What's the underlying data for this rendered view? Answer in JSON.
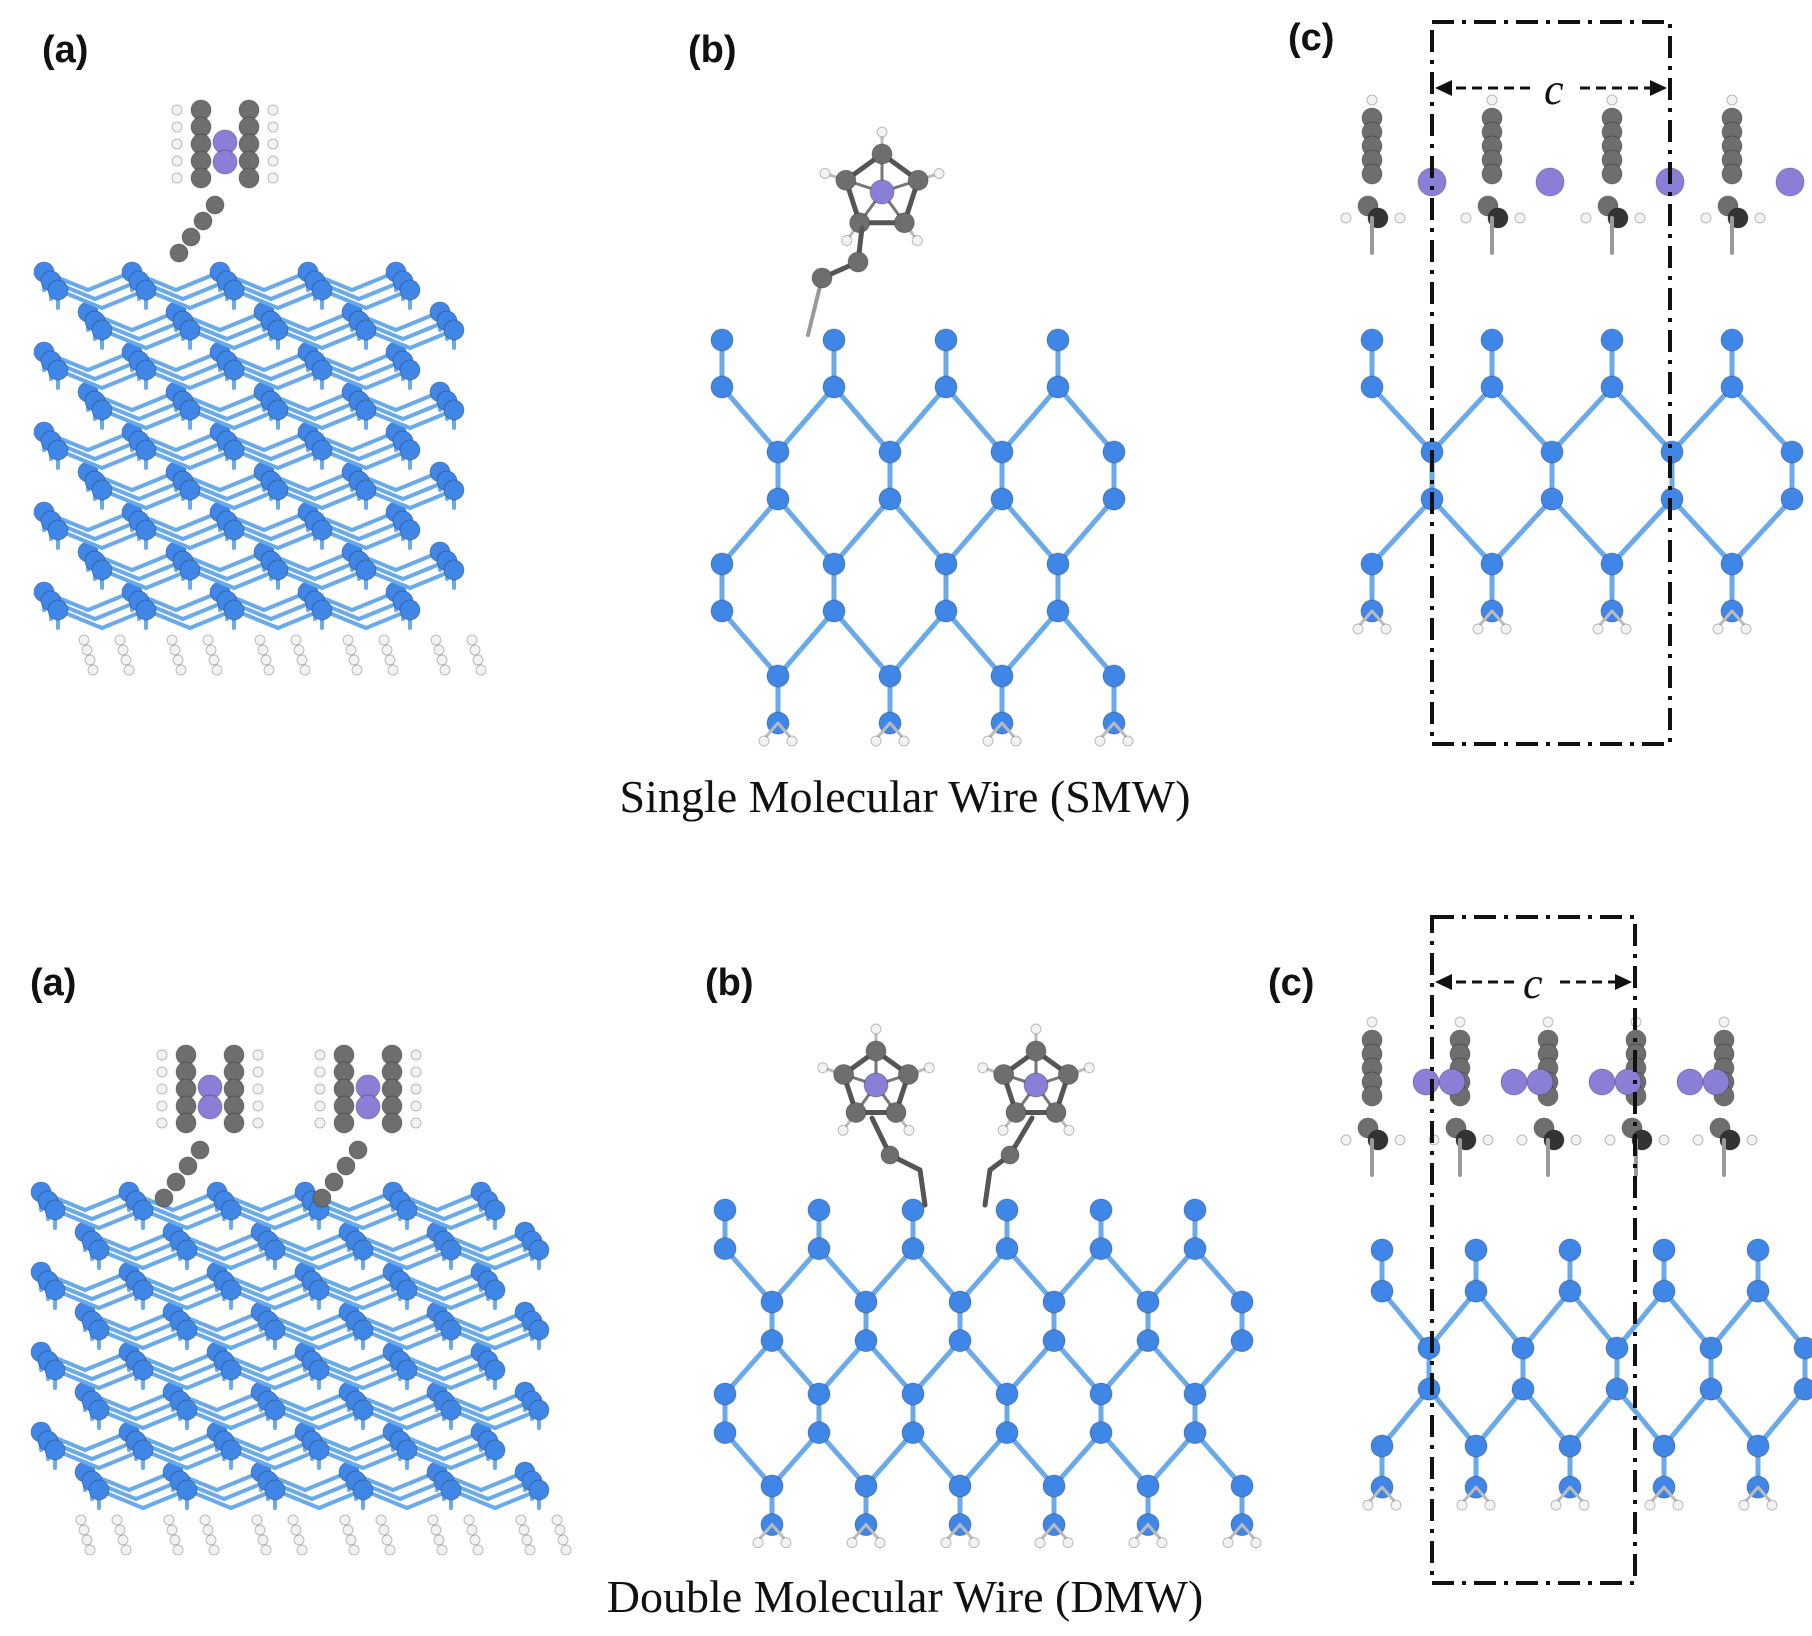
{
  "colors": {
    "silicon": "#3f86e6",
    "silicon_bond": "#6aaae8",
    "carbon": "#6e6e6e",
    "hydrogen": "#f2f2f2",
    "metal": "#8a7fd6",
    "cell_line": "#111111"
  },
  "rows": [
    {
      "caption": "Single Molecular Wire (SMW)",
      "panels": [
        {
          "label": "(a)",
          "view": "perspective slab with one sandwich molecule"
        },
        {
          "label": "(b)",
          "view": "side view, one molecule"
        },
        {
          "label": "(c)",
          "view": "periodic view with unit cell",
          "cell_label": "c"
        }
      ]
    },
    {
      "caption": "Double Molecular Wire (DMW)",
      "panels": [
        {
          "label": "(a)",
          "view": "perspective slab with two sandwich molecules"
        },
        {
          "label": "(b)",
          "view": "side view, two molecules"
        },
        {
          "label": "(c)",
          "view": "periodic view with unit cell",
          "cell_label": "c"
        }
      ]
    }
  ]
}
